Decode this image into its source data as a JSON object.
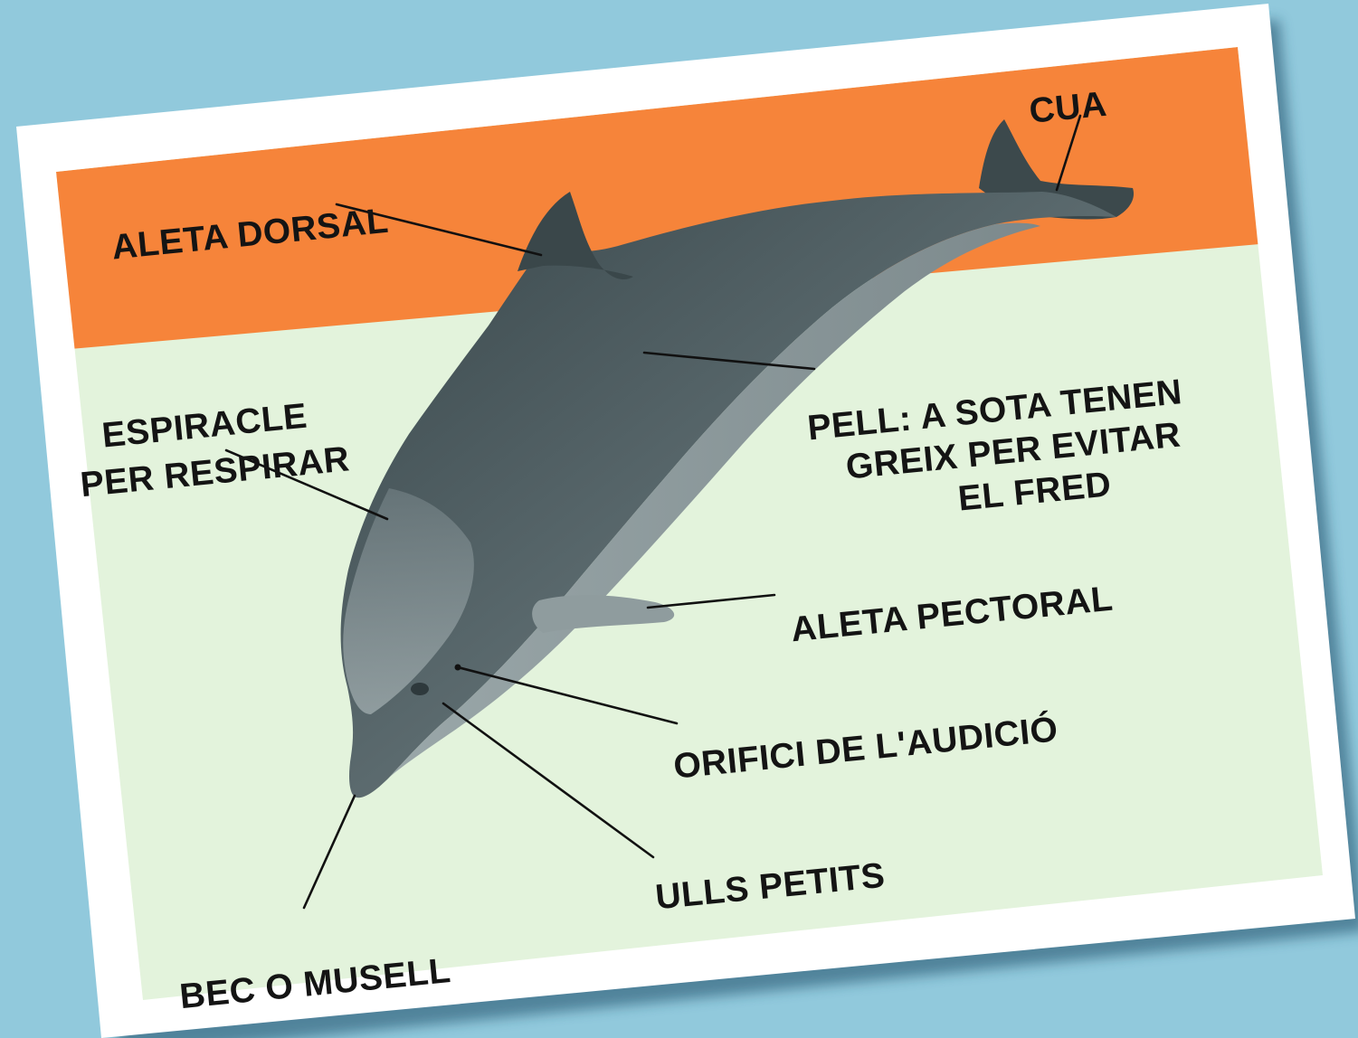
{
  "colors": {
    "background": "#91c9dc",
    "card": "#ffffff",
    "water_band": "#f6843a",
    "sea": "#e3f3dc",
    "dolphin_dark": "#3e4a4d",
    "dolphin_light": "#8e9b9d",
    "text": "#141414"
  },
  "labels": {
    "dorsal_fin": "ALETA  DORSAL",
    "tail": "CUA",
    "blowhole_line1": "ESPIRACLE",
    "blowhole_line2": "PER RESPIRAR",
    "skin_line1": "PELL: A SOTA TENEN",
    "skin_line2": "GREIX  PER EVITAR",
    "skin_line3": "EL FRED",
    "pectoral_fin": "ALETA PECTORAL",
    "ear": "ORIFICI DE L'AUDICIÓ",
    "eyes": "ULLS PETITS",
    "beak": "BEC O MUSELL"
  }
}
